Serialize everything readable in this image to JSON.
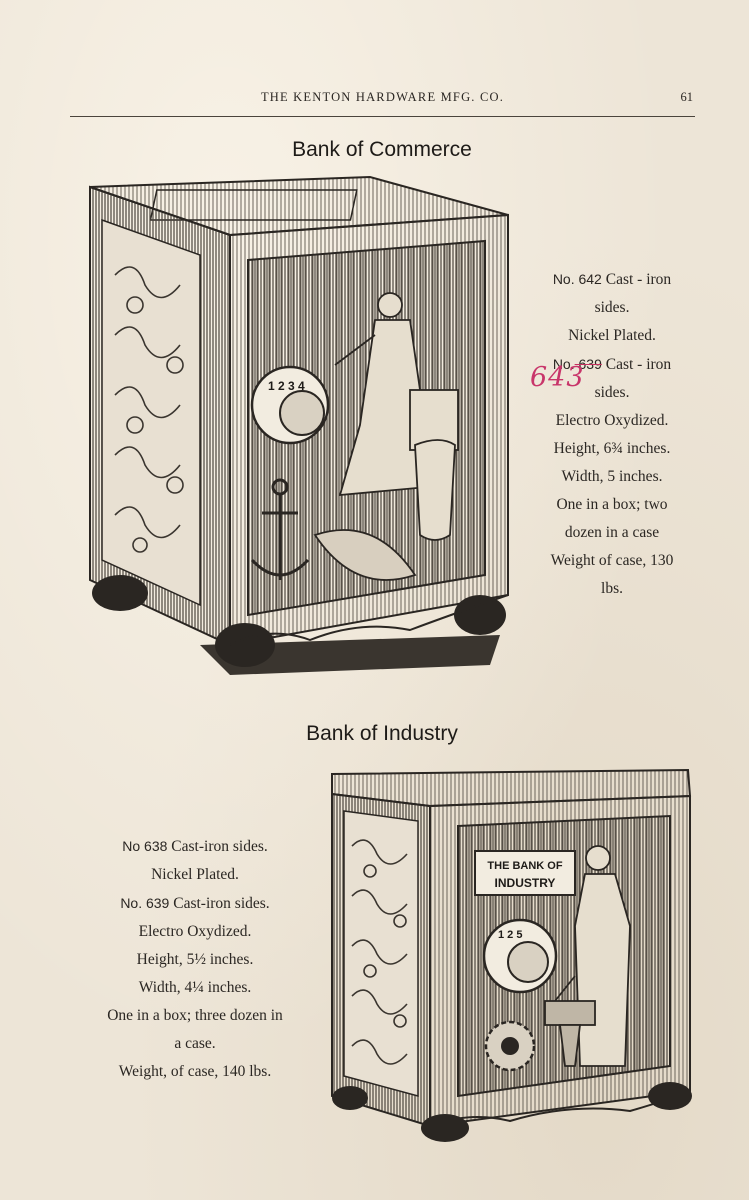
{
  "header": {
    "company": "THE KENTON HARDWARE MFG. CO.",
    "page_number": "61"
  },
  "products": [
    {
      "title": "Bank of Commerce",
      "lines": [
        {
          "num": "No. 642",
          "text": " Cast - iron"
        },
        {
          "text": "sides."
        },
        {
          "text": "Nickel Plated."
        },
        {
          "num": "No.",
          "struck": " 639",
          "text": " Cast - iron"
        },
        {
          "text": "sides."
        },
        {
          "text": "Electro Oxydized."
        },
        {
          "text": "Height, 6¾ inches."
        },
        {
          "text": "Width, 5 inches."
        },
        {
          "text": "One in a box; two"
        },
        {
          "text": "dozen in a case"
        },
        {
          "text": "Weight of case, 130"
        },
        {
          "text": "lbs."
        }
      ],
      "handwritten_note": "643",
      "dial_label": "1 2 3 4"
    },
    {
      "title": "Bank of Industry",
      "lines": [
        {
          "num": "No 638",
          "text": " Cast-iron sides."
        },
        {
          "text": "Nickel Plated."
        },
        {
          "num": "No. 639",
          "text": " Cast-iron sides."
        },
        {
          "text": "Electro Oxydized."
        },
        {
          "text": "Height, 5½ inches."
        },
        {
          "text": "Width, 4¼ inches."
        },
        {
          "text": "One in a box; three dozen in"
        },
        {
          "text": "a case."
        },
        {
          "text": "Weight, of case, 140 lbs."
        }
      ],
      "plaque_line1": "THE BANK OF",
      "plaque_line2": "INDUSTRY",
      "dial_label": "1 2 5"
    }
  ]
}
